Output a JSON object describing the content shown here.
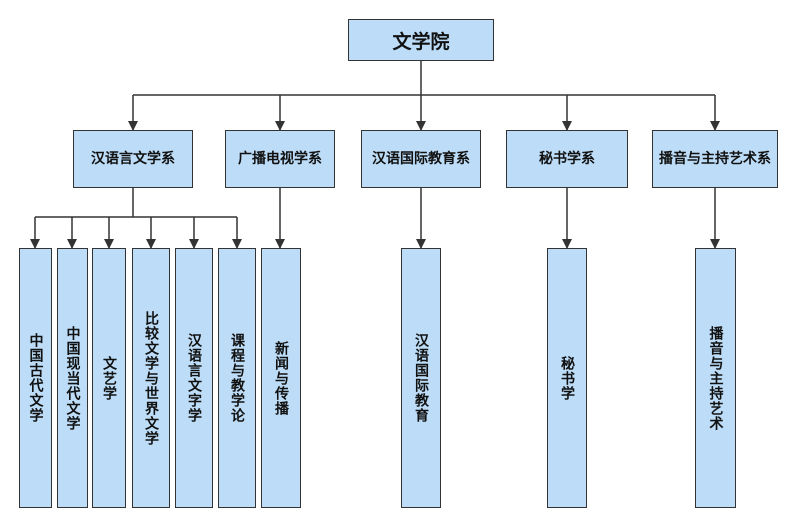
{
  "root": {
    "label": "文学院"
  },
  "departments": [
    {
      "label": "汉语言文学系",
      "subs": [
        "中国古代文学",
        "中国现当代文学",
        "文艺学",
        "比较文学与世界文学",
        "汉语言文字学",
        "课程与教学论"
      ]
    },
    {
      "label": "广播电视学系",
      "subs": [
        "新闻与传播"
      ]
    },
    {
      "label": "汉语国际教育系",
      "subs": [
        "汉语国际教育"
      ]
    },
    {
      "label": "秘书学系",
      "subs": [
        "秘书学"
      ]
    },
    {
      "label": "播音与主持艺术系",
      "subs": [
        "播音与主持艺术"
      ]
    }
  ],
  "colors": {
    "box_fill": "#bcdcf7",
    "line": "#333333"
  }
}
